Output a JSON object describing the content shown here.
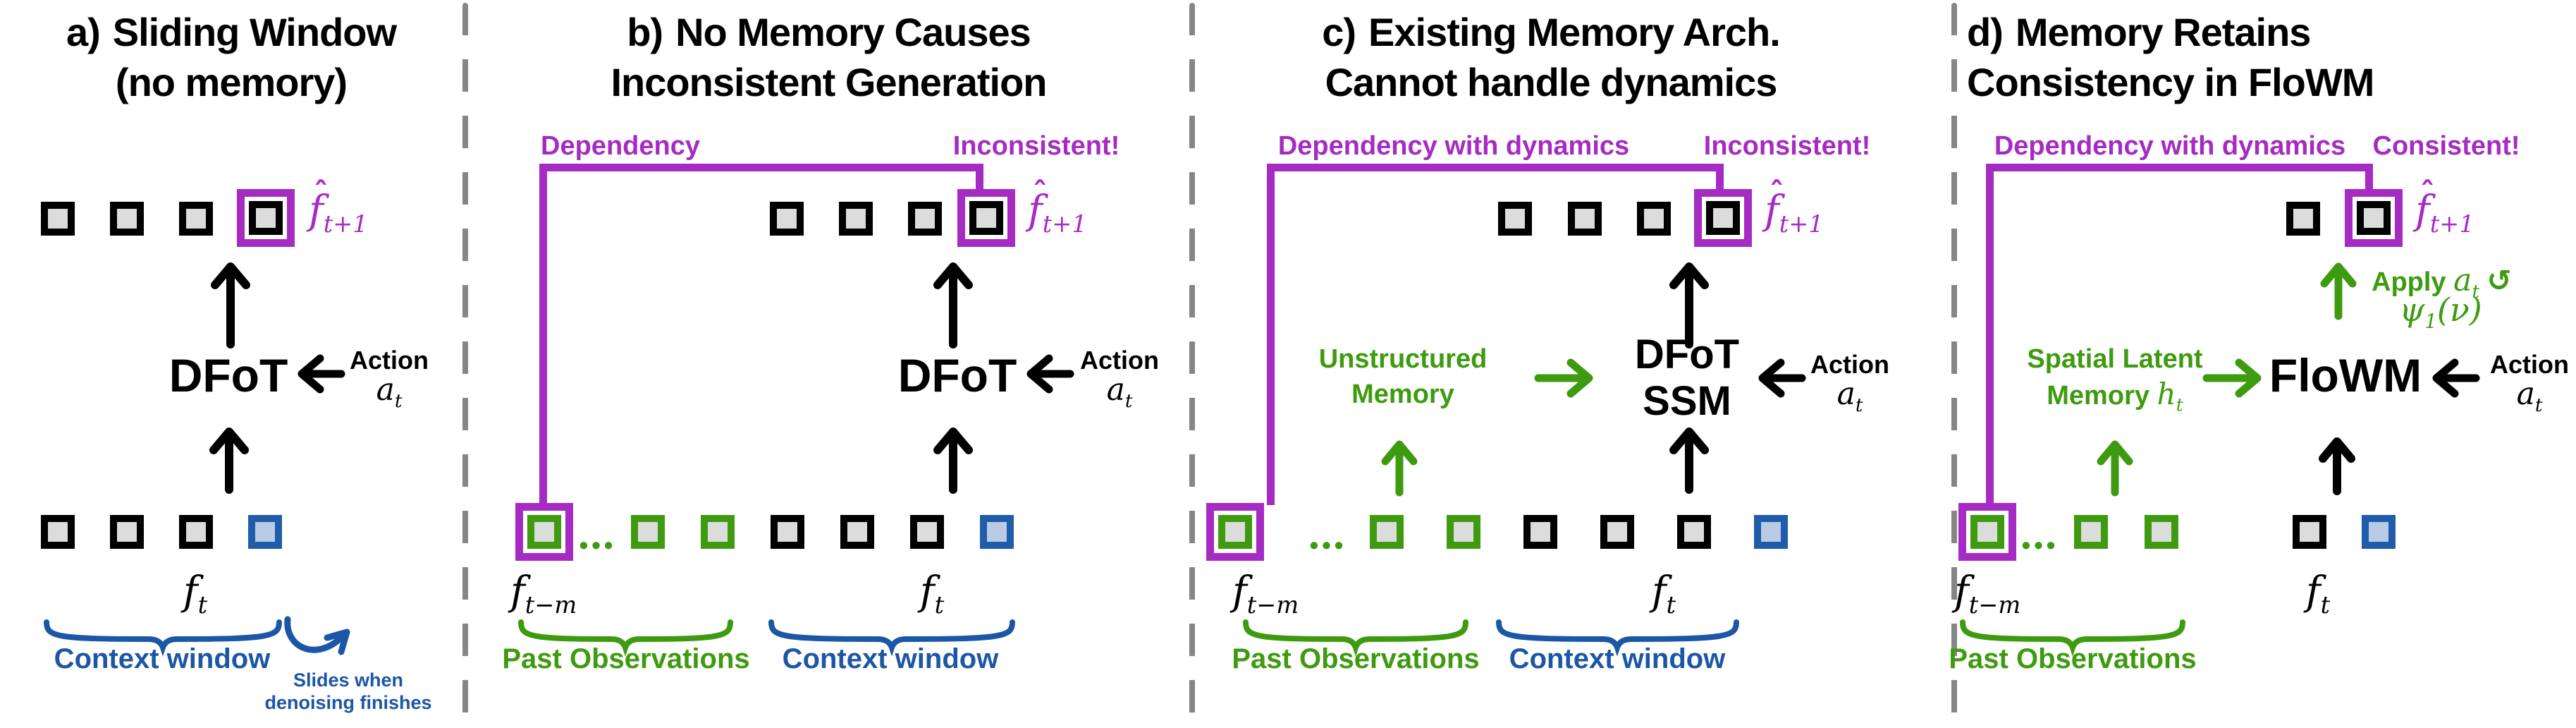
{
  "colors": {
    "magenta": "#A62BC3",
    "green": "#3E9B0F",
    "blue": "#1C56A6",
    "blue_square_border": "#1F5CA9",
    "blue_square_fill": "#B9CBE5",
    "frame_fill": "#DCDCDC",
    "divider_gray": "#868686"
  },
  "shared": {
    "action": "Action",
    "action_var": "a",
    "action_sub": "t",
    "pred_hat": "ˆ",
    "pred_var": "f",
    "pred_sub": "t+1",
    "past_var": "f",
    "past_sub": "t−m",
    "context_var": "f",
    "context_sub": "t",
    "ellipsis": "•••",
    "past_caption": "Past Observations",
    "context_caption": "Context window"
  },
  "panels": {
    "a": {
      "label": "a)",
      "title1": "Sliding Window",
      "title2": "(no memory)",
      "model": "DFoT",
      "slide_note1": "Slides when",
      "slide_note2": "denoising finishes"
    },
    "b": {
      "label": "b)",
      "title1": "No Memory Causes",
      "title2": "Inconsistent Generation",
      "dep": "Dependency",
      "status": "Inconsistent!",
      "model": "DFoT"
    },
    "c": {
      "label": "c)",
      "title1": "Existing Memory Arch.",
      "title2": "Cannot handle dynamics",
      "dep": "Dependency with dynamics",
      "status": "Inconsistent!",
      "model1": "DFoT",
      "model2": "SSM",
      "mem1": "Unstructured",
      "mem2": "Memory"
    },
    "d": {
      "label": "d)",
      "title1": "Memory Retains",
      "title2": "Consistency in FloWM",
      "dep": "Dependency with dynamics",
      "status": "Consistent!",
      "model": "FloWM",
      "mem1": "Spatial Latent",
      "mem2": "Memory",
      "mem_var": "h",
      "mem_sub": "t",
      "apply": "Apply",
      "loop": "↺",
      "psi": "ψ",
      "psi_sub": "1",
      "psi_arg": "(ν)"
    }
  }
}
